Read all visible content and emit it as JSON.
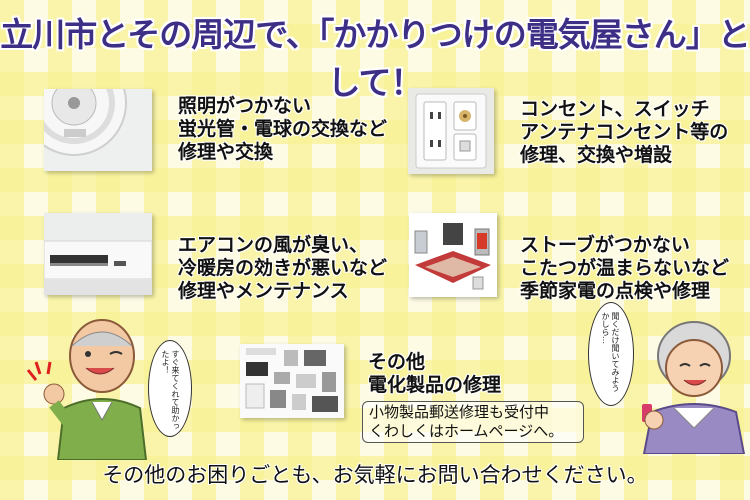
{
  "title": "立川市とその周辺で、「かかりつけの電気屋さん」として！",
  "services": [
    {
      "icon": "ceiling-light-icon",
      "lines": [
        "照明がつかない",
        "蛍光管・電球の交換など",
        "修理や交換"
      ]
    },
    {
      "icon": "outlet-switch-icon",
      "lines": [
        "コンセント、スイッチ",
        "アンテナコンセント等の",
        "修理、交換や増設"
      ]
    },
    {
      "icon": "air-conditioner-icon",
      "lines": [
        "エアコンの風が臭い、",
        "冷暖房の効きが悪いなど",
        "修理やメンテナンス"
      ]
    },
    {
      "icon": "heater-kotatsu-icon",
      "lines": [
        "ストーブがつかない",
        "こたつが温まらないなど",
        "季節家電の点検や修理"
      ]
    },
    {
      "icon": "appliances-icon",
      "lines": [
        "その他",
        "電化製品の修理"
      ]
    }
  ],
  "note_lines": [
    "小物製品郵送修理も受付中",
    "くわしくはホームページへ。"
  ],
  "man_speech": "すぐ来てくれて助かったよ！",
  "woman_speech": "聞くだけ聞いてみようかしら…",
  "footer": "その他のお困りごとも、お気軽にお問い合わせください。",
  "colors": {
    "title": "#3e2f86",
    "check_yellow": "#f8f296"
  }
}
